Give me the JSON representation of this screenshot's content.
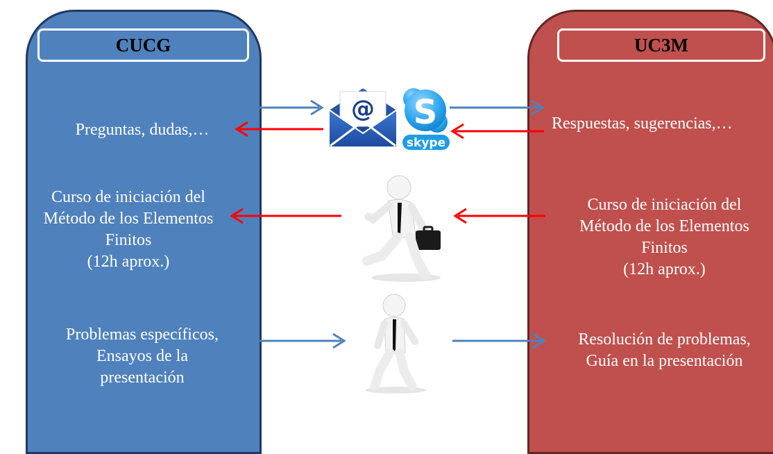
{
  "left_panel": {
    "title": "CUCG",
    "items": [
      "Preguntas, dudas,…",
      "Curso de iniciación del\nMétodo de los Elementos\nFinitos\n(12h aprox.)",
      "Problemas específicos,\nEnsayos de la\npresentación"
    ]
  },
  "right_panel": {
    "title": "UC3M",
    "items": [
      "Respuestas, sugerencias,…",
      "Curso de iniciación del\nMétodo de los Elementos\nFinitos\n(12h aprox.)",
      "Resolución de problemas,\nGuía en la presentación"
    ]
  },
  "icons": {
    "email": "email-envelope-icon",
    "skype": "skype-icon",
    "skype_label": "skype",
    "runner": "businessman-running-icon",
    "walker": "person-walking-icon"
  },
  "colors": {
    "left_fill": "#4f81bd",
    "left_border": "#1f3864",
    "right_fill": "#c0504d",
    "right_border": "#632523",
    "blue_arrow": "#4f81bd",
    "red_arrow": "#ff0000"
  }
}
